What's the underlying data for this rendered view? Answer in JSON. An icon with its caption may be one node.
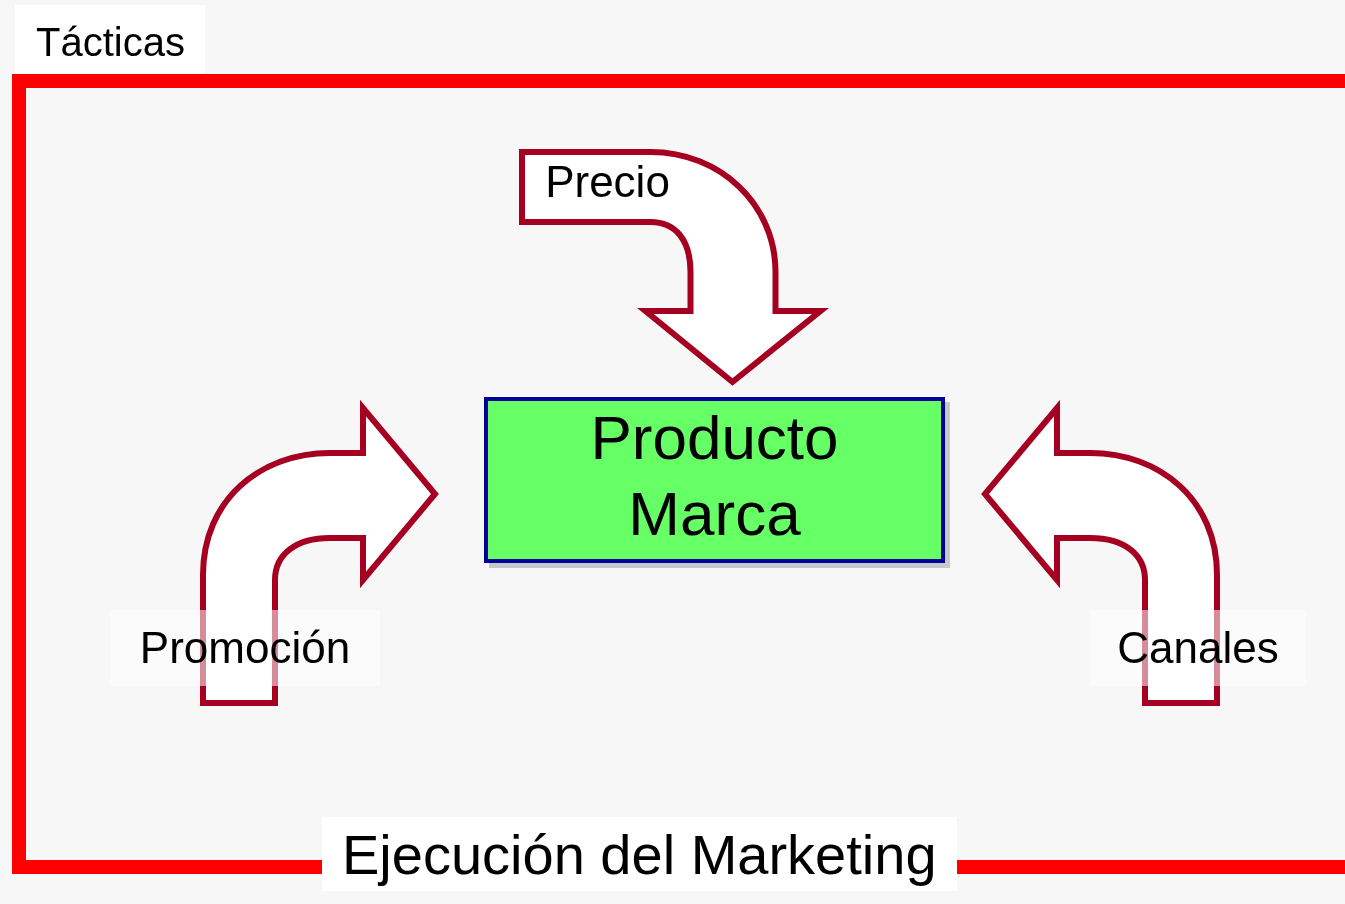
{
  "diagram": {
    "nodes": [
      {
        "text": [
          "Tácticas",
          "Ejecución del Marketing"
        ]
      },
      {
        "text": [
          "Producto Marca"
        ],
        "in": 0
      },
      {
        "text": [
          "Precio"
        ],
        "in": 0
      },
      {
        "text": [
          "Promoción"
        ],
        "in": 0
      },
      {
        "text": [
          "Canales"
        ],
        "in": 0
      }
    ],
    "edges": [
      {
        "from": 2,
        "to": 1,
        "arrow": "to",
        "style": "thick",
        "color": "#a50021"
      },
      {
        "from": 3,
        "to": 1,
        "arrow": "to",
        "style": "thick",
        "color": "#a50021"
      },
      {
        "from": 4,
        "to": 1,
        "arrow": "to",
        "style": "thick",
        "color": "#a50021"
      }
    ]
  }
}
